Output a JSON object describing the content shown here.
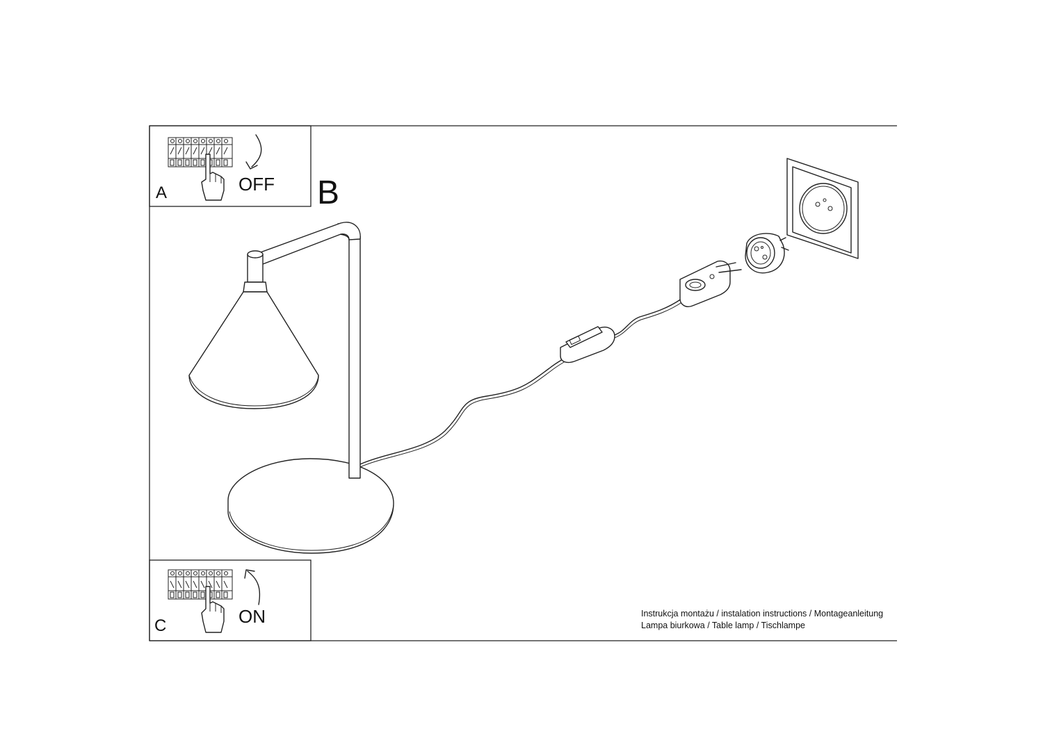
{
  "steps": {
    "a": {
      "letter": "A",
      "state": "OFF"
    },
    "b": {
      "letter": "B"
    },
    "c": {
      "letter": "C",
      "state": "ON"
    }
  },
  "caption": {
    "line1": "Instrukcja montażu / instalation instructions / Montageanleitung",
    "line2": "Lampa biurkowa / Table lamp / Tischlampe"
  },
  "icons": {
    "breaker": "circuit-breaker-icon",
    "hand": "hand-pointer-icon",
    "arrow_off": "curved-arrow-down-icon",
    "arrow_on": "curved-arrow-up-icon"
  }
}
